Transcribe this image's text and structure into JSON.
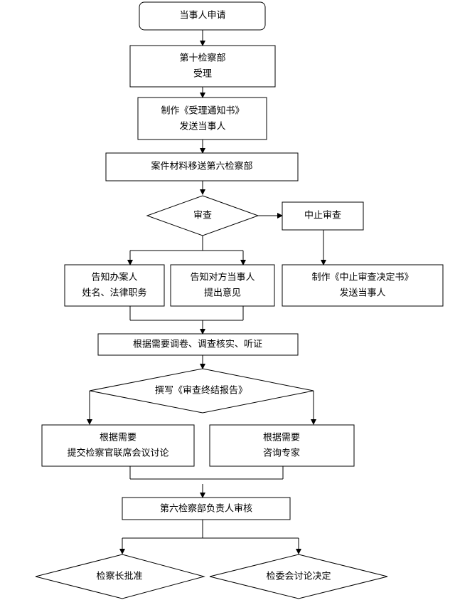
{
  "nodes": {
    "applicant": {
      "lines": [
        "当事人申请"
      ]
    },
    "dept10": {
      "lines": [
        "第十检察部",
        "受理"
      ]
    },
    "notice": {
      "lines": [
        "制作《受理通知书》",
        "发送当事人"
      ]
    },
    "transfer": {
      "lines": [
        "案件材料移送第六检察部"
      ]
    },
    "review": {
      "lines": [
        "审查"
      ]
    },
    "suspend": {
      "lines": [
        "中止审查"
      ]
    },
    "suspend_doc": {
      "lines": [
        "制作《中止审查决定书》",
        "发送当事人"
      ]
    },
    "inform_handler": {
      "lines": [
        "告知办案人",
        "姓名、法律职务"
      ]
    },
    "inform_party": {
      "lines": [
        "告知对方当事人",
        "提出意见"
      ]
    },
    "investigate": {
      "lines": [
        "根据需要调卷、调查核实、听证"
      ]
    },
    "report": {
      "lines": [
        "撰写《审查终结报告》"
      ]
    },
    "joint_meeting": {
      "lines": [
        "根据需要",
        "提交检察官联席会议讨论"
      ]
    },
    "consult": {
      "lines": [
        "根据需要",
        "咨询专家"
      ]
    },
    "head_review": {
      "lines": [
        "第六检察部负责人审核"
      ]
    },
    "chief_approve": {
      "lines": [
        "检察长批准"
      ]
    },
    "committee": {
      "lines": [
        "检委会讨论决定"
      ]
    }
  }
}
